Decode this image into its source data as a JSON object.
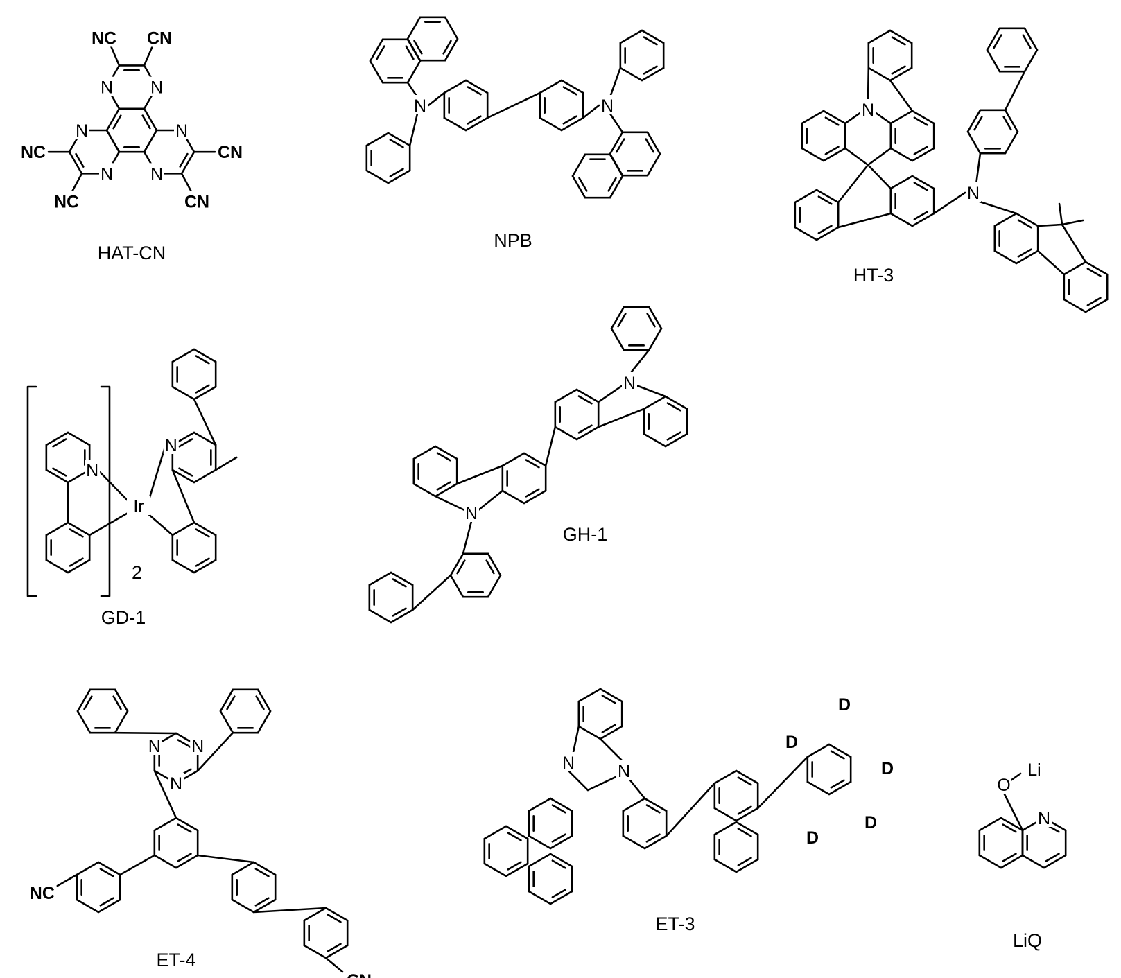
{
  "compounds": [
    {
      "id": "hatcn",
      "name": "HAT-CN"
    },
    {
      "id": "npb",
      "name": "NPB"
    },
    {
      "id": "ht3",
      "name": "HT-3"
    },
    {
      "id": "gd1",
      "name": "GD-1",
      "subscript": "2"
    },
    {
      "id": "gh1",
      "name": "GH-1"
    },
    {
      "id": "et4",
      "name": "ET-4"
    },
    {
      "id": "et3",
      "name": "ET-3"
    },
    {
      "id": "liq",
      "name": "LiQ"
    }
  ],
  "atom_labels": {
    "cn": "CN",
    "nc": "NC",
    "n": "N",
    "ir": "Ir",
    "o": "O",
    "li": "Li",
    "d": "D"
  }
}
